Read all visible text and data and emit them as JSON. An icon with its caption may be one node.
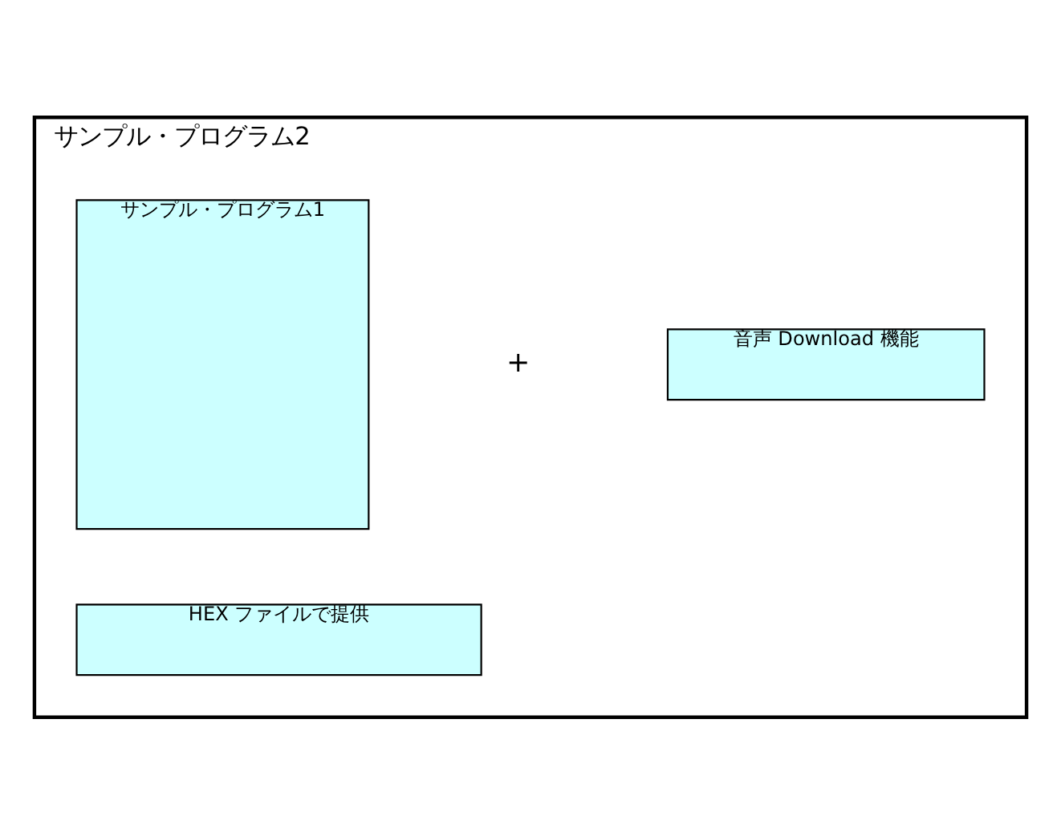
{
  "diagram": {
    "nodes": [
      {
        "text": [
          "サンプル・プログラム2"
        ]
      },
      {
        "text": [
          "サンプル・プログラム1"
        ],
        "in": 0
      },
      {
        "text": [
          "音声 Download 機能"
        ],
        "in": 0
      },
      {
        "text": [
          "HEX ファイルで提供"
        ],
        "in": 0
      }
    ],
    "labels": [
      "+"
    ]
  }
}
